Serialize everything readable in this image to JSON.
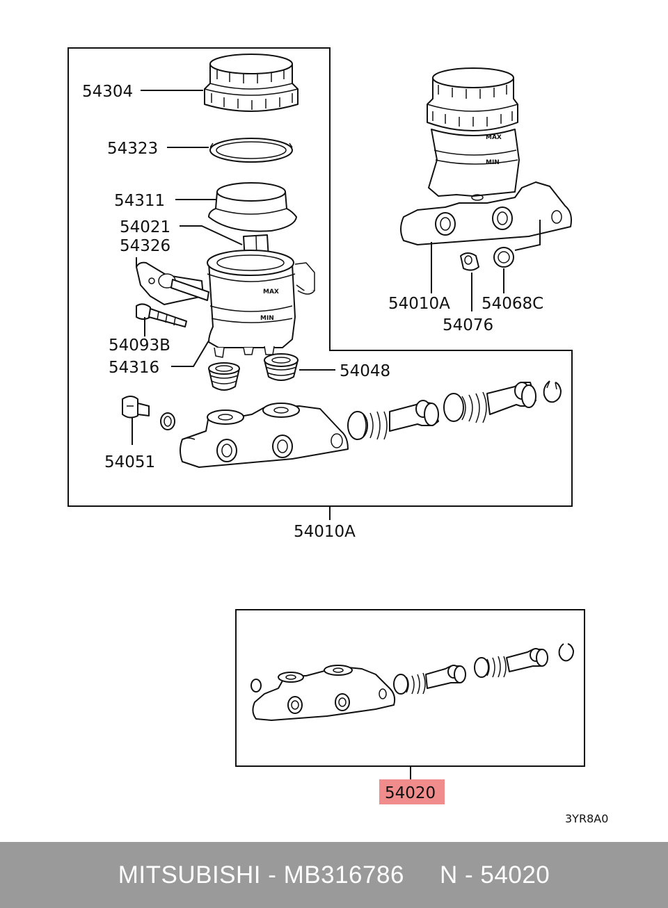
{
  "diagram": {
    "labels": {
      "p54304": "54304",
      "p54323": "54323",
      "p54311": "54311",
      "p54021": "54021",
      "p54326": "54326",
      "p54093b": "54093B",
      "p54316": "54316",
      "p54048": "54048",
      "p54051": "54051",
      "p54010a_main": "54010A",
      "p54010a_side": "54010A",
      "p54068c": "54068C",
      "p54076": "54076",
      "p54020": "54020"
    },
    "reservoir_marks": {
      "max": "MAX",
      "min": "MIN"
    },
    "diagram_code": "3YR8A0",
    "highlight_color": "#f08c8c"
  },
  "footer": {
    "text": "MITSUBISHI - MB316786     N - 54020",
    "background": "#9a9a9a",
    "text_color": "#ffffff"
  }
}
